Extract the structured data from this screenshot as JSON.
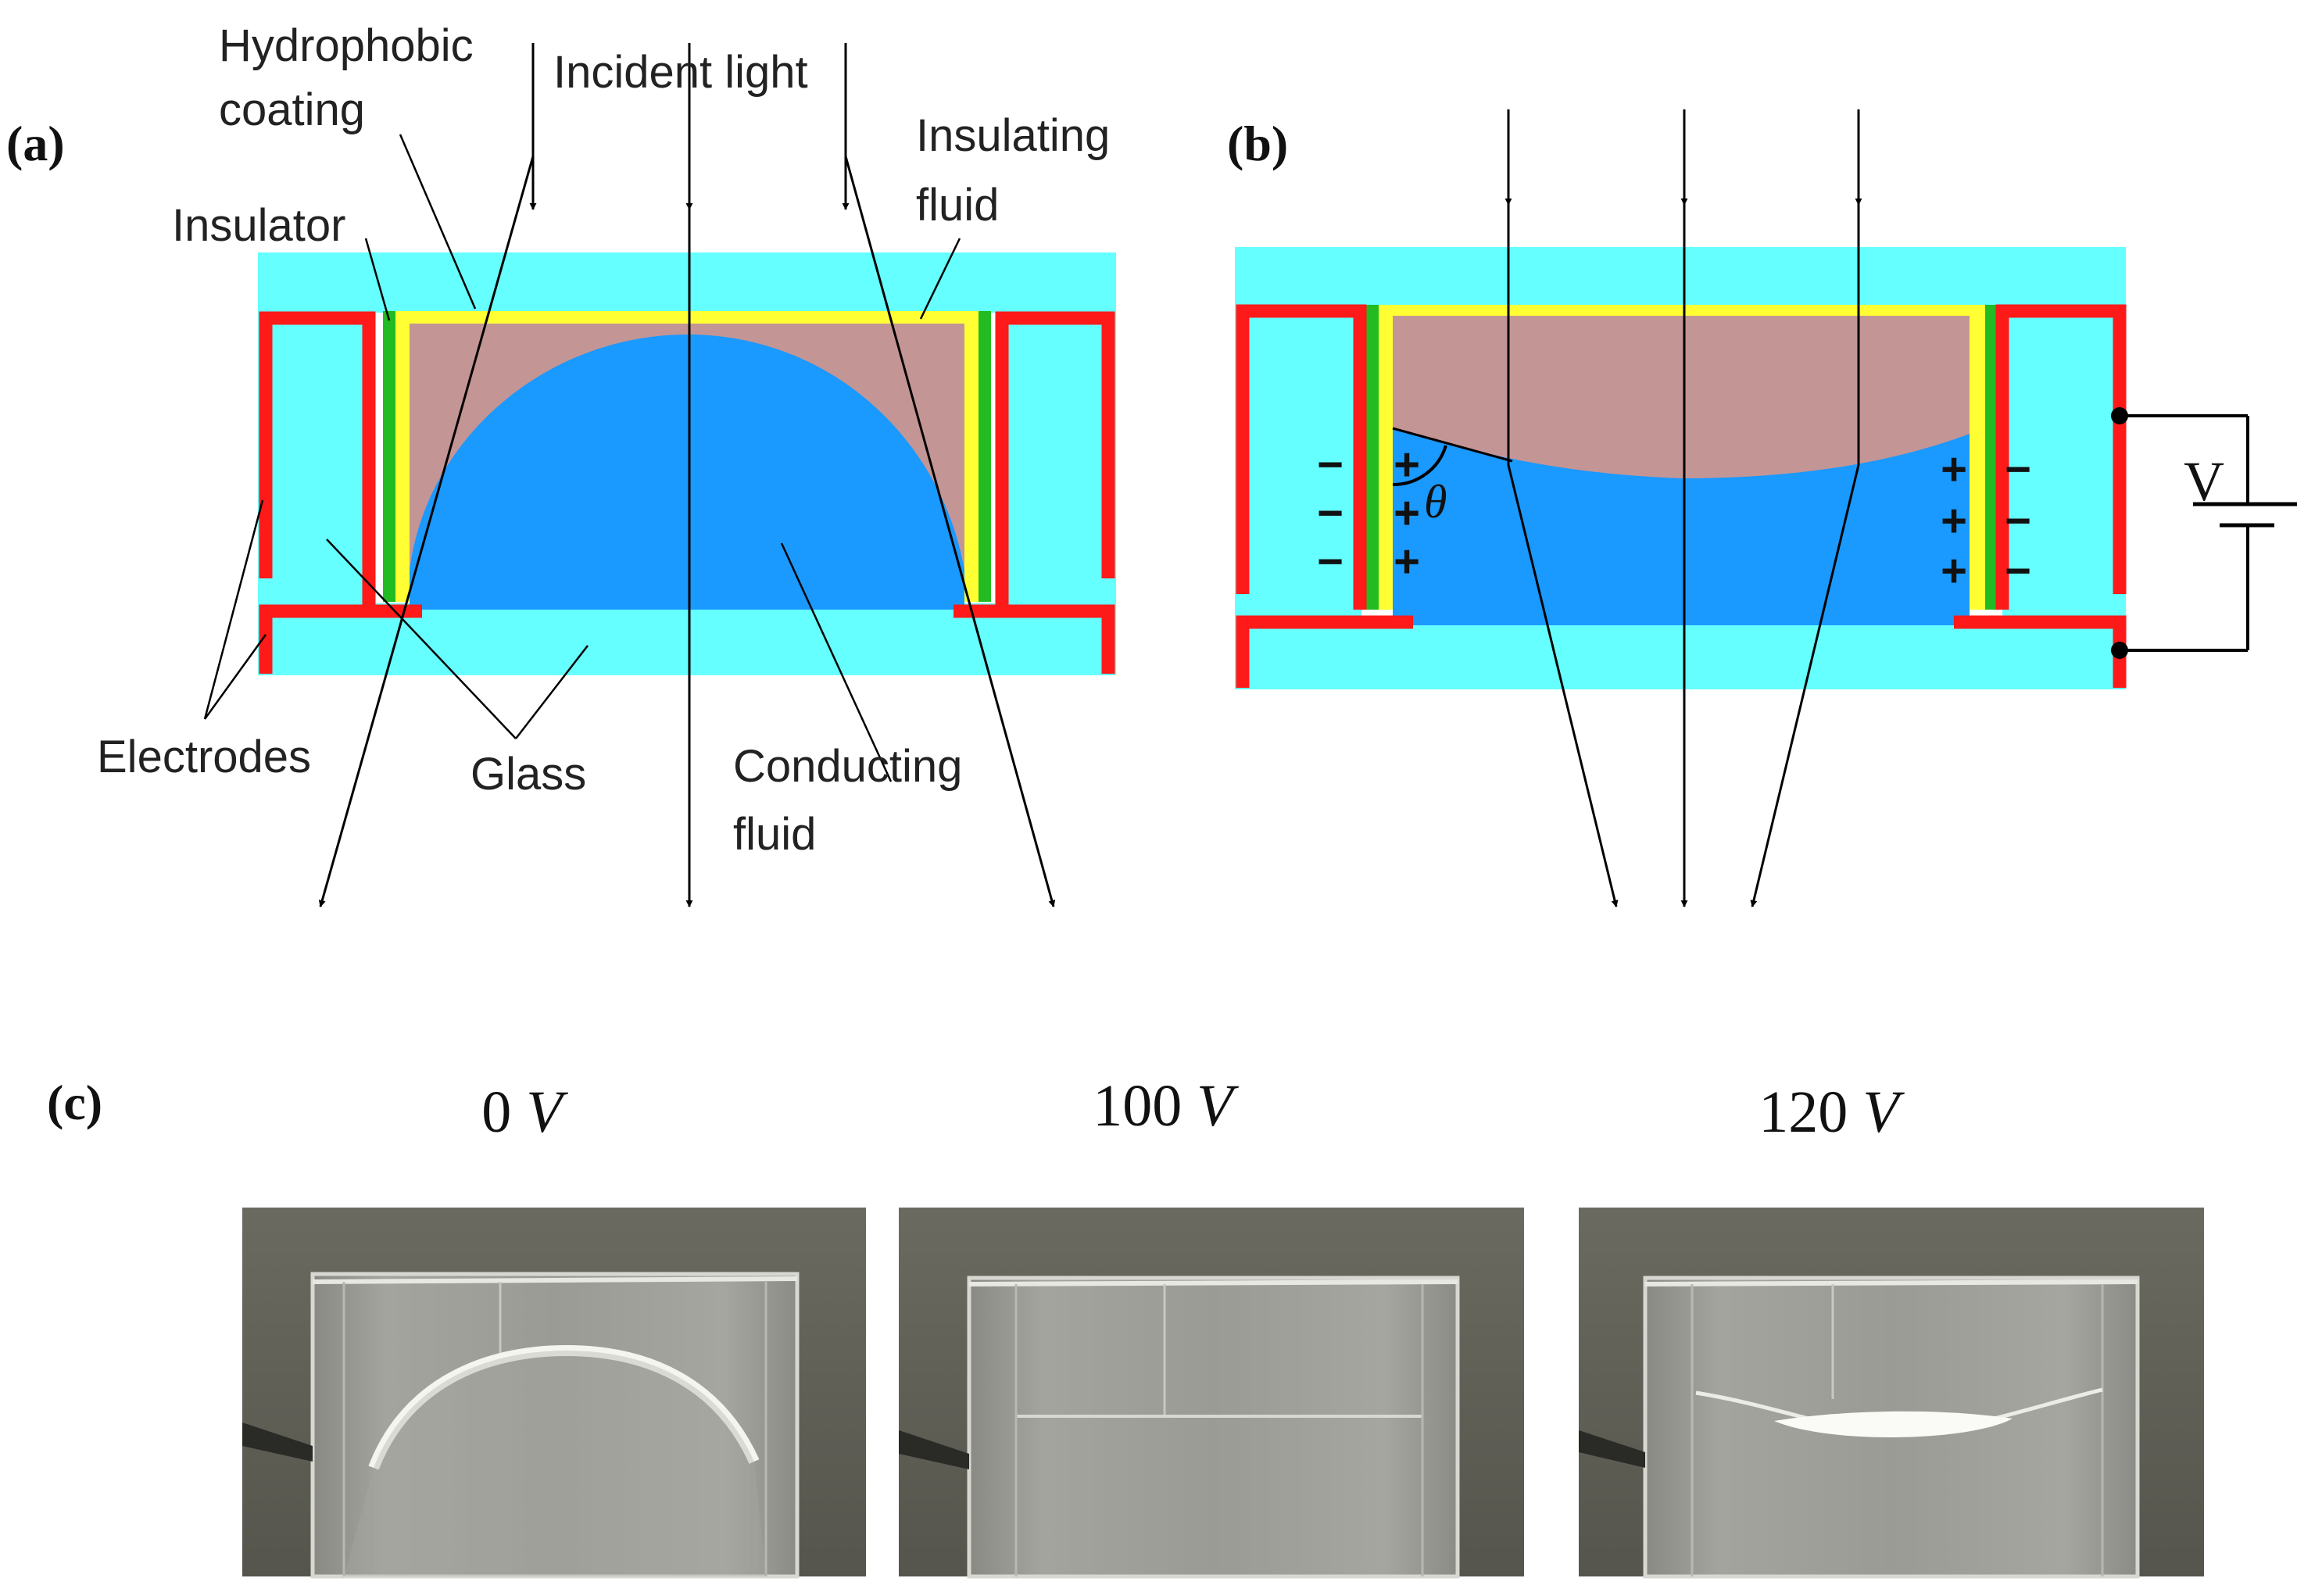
{
  "panels": {
    "a": {
      "tag": "(a)",
      "labels": {
        "hydrophobic": "Hydrophobic",
        "coating": "coating",
        "incident_light": "Incident light",
        "insulating": "Insulating",
        "fluid_top": "fluid",
        "insulator": "Insulator",
        "electrodes": "Electrodes",
        "glass": "Glass",
        "conducting": "Conducting",
        "fluid_bottom": "fluid"
      }
    },
    "b": {
      "tag": "(b)",
      "voltage_symbol": "V",
      "angle_symbol": "θ",
      "plus": "+",
      "minus": "−"
    },
    "c": {
      "tag": "(c)",
      "photos": [
        {
          "voltage": "0",
          "unit": "V",
          "meniscus": "convex"
        },
        {
          "voltage": "100",
          "unit": "V",
          "meniscus": "flat"
        },
        {
          "voltage": "120",
          "unit": "V",
          "meniscus": "concave"
        }
      ]
    }
  },
  "colors": {
    "glass": "#66FFFF",
    "electrode": "#FF1A1A",
    "hydrophobic_coating": "#FFFF33",
    "insulator": "#22BB22",
    "insulating_fluid": "#C49595",
    "conducting_fluid": "#1A99FF",
    "photo_background": "#5D5D54"
  }
}
